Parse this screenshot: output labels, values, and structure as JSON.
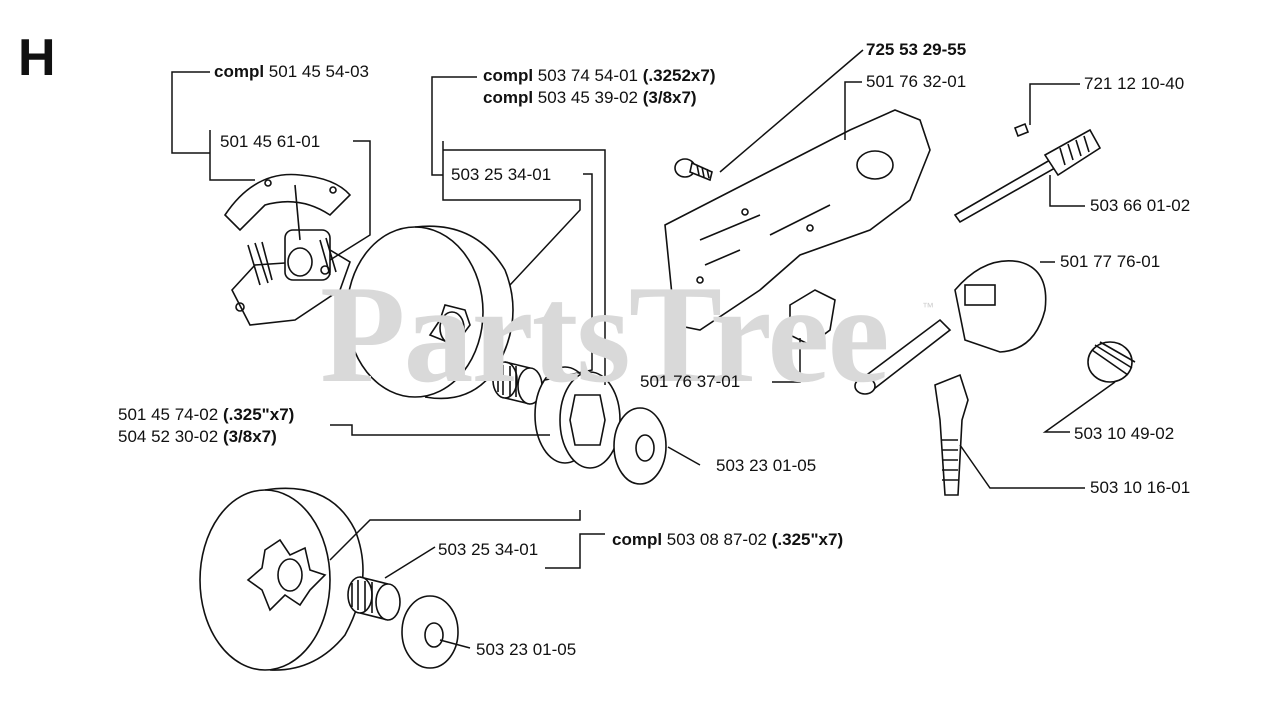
{
  "section_letter": "H",
  "watermark": "PartsTree",
  "watermark_tm": "™",
  "labels": {
    "clutch_compl": {
      "prefix": "compl",
      "number": "501 45 54-03",
      "suffix": ""
    },
    "clutch_shoe": {
      "number": "501 45 61-01"
    },
    "drum_compl_1": {
      "prefix": "compl",
      "number": "503 74 54-01",
      "suffix": "(.3252x7)"
    },
    "drum_compl_2": {
      "prefix": "compl",
      "number": "503 45 39-02",
      "suffix": "(3/8x7)"
    },
    "needle_bearing_1": {
      "number": "503 25 34-01"
    },
    "rim_sprocket_1": {
      "number": "501 45 74-02",
      "suffix": "(.325\"x7)"
    },
    "rim_sprocket_2": {
      "number": "504 52 30-02",
      "suffix": "(3/8x7)"
    },
    "washer_1": {
      "number": "503 23 01-05"
    },
    "drum_compl_spur": {
      "prefix": "compl",
      "number": "503 08 87-02",
      "suffix": "(.325\"x7)"
    },
    "needle_bearing_2": {
      "number": "503 25 34-01"
    },
    "washer_2": {
      "number": "503 23 01-05"
    },
    "bolt": {
      "number": "725 53 29-55"
    },
    "cover_plate": {
      "number": "501 76 32-01"
    },
    "pin": {
      "number": "721 12 10-40"
    },
    "shaft": {
      "number": "503 66 01-02"
    },
    "oil_pump": {
      "number": "501 77 76-01"
    },
    "guide": {
      "number": "501 76 37-01"
    },
    "worm_gear": {
      "number": "503 10 49-02"
    },
    "pump_piston": {
      "number": "503 10 16-01"
    }
  }
}
